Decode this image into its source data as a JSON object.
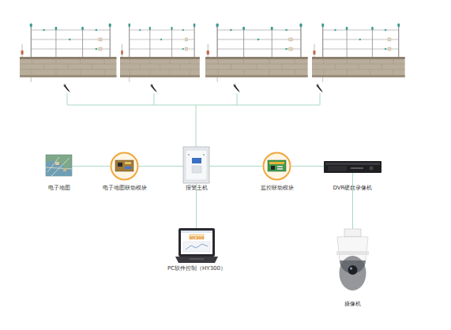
{
  "diagram": {
    "nodes": [
      {
        "text": [
          "电子地图"
        ]
      },
      {
        "text": [
          "电子地图联动模块"
        ]
      },
      {
        "text": [
          "报警主机"
        ]
      },
      {
        "text": [
          "监控联动模块"
        ]
      },
      {
        "text": [
          "DVR硬盘录像机"
        ]
      },
      {
        "text": [
          "PC软件控制（HY300）"
        ]
      },
      {
        "text": [
          "摄像机"
        ]
      }
    ],
    "edges": [
      {
        "from": 0,
        "to": 1,
        "arrow": "none"
      },
      {
        "from": 1,
        "to": 2,
        "arrow": "none"
      },
      {
        "from": 2,
        "to": 3,
        "arrow": "none"
      },
      {
        "from": 3,
        "to": 4,
        "arrow": "none"
      },
      {
        "from": 2,
        "to": 5,
        "arrow": "none"
      },
      {
        "from": 4,
        "to": 6,
        "arrow": "none"
      }
    ],
    "labels": [
      "HY300"
    ]
  }
}
